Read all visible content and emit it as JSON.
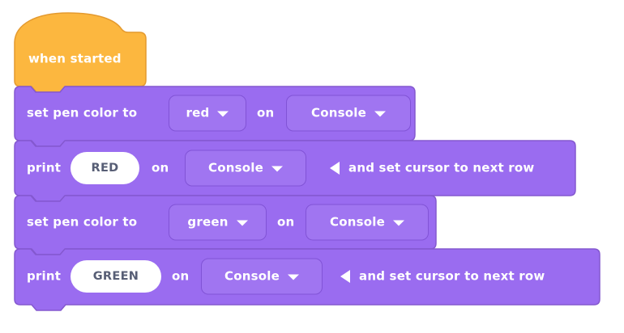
{
  "colors": {
    "hat_fill": "#FCB73F",
    "hat_stroke": "#E49A2F",
    "block_fill": "#9A6CF0",
    "block_stroke": "#8458CF",
    "dd_fill": "#A075F1",
    "dd_stroke": "#8153D6",
    "text": "#FFFFFF",
    "input_fill": "#FFFFFF",
    "input_text": "#575E75"
  },
  "icons": {
    "dropdown_caret": "caret-down-triangle",
    "collapse_arrow": "triangle-left"
  },
  "script": {
    "hat": {
      "label": "when started"
    },
    "blocks": [
      {
        "kind": "set-pen-color",
        "label_set": "set pen color to",
        "color_value": "red",
        "label_on": "on",
        "target_value": "Console"
      },
      {
        "kind": "print",
        "label_print": "print",
        "value": "RED",
        "label_on": "on",
        "target_value": "Console",
        "collapsed_label": "and set cursor to next row"
      },
      {
        "kind": "set-pen-color",
        "label_set": "set pen color to",
        "color_value": "green",
        "label_on": "on",
        "target_value": "Console"
      },
      {
        "kind": "print",
        "label_print": "print",
        "value": "GREEN",
        "label_on": "on",
        "target_value": "Console",
        "collapsed_label": "and set cursor to next row"
      }
    ]
  }
}
